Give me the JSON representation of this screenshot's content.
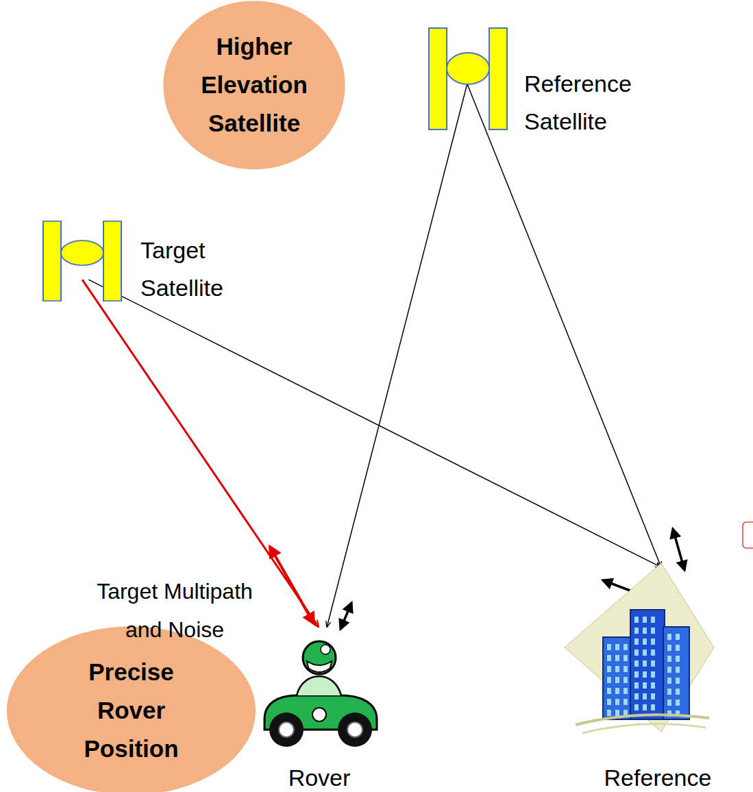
{
  "diagram": {
    "nodes": [
      {
        "text": [
          "Higher Elevation Satellite"
        ]
      },
      {
        "text": [
          "Reference Satellite"
        ]
      },
      {
        "text": [
          "Target Satellite"
        ]
      },
      {
        "text": [
          "Precise Rover Position"
        ]
      },
      {
        "text": [
          "Rover"
        ]
      },
      {
        "text": [
          "Reference"
        ]
      }
    ],
    "edges": [
      {
        "from": 1,
        "to": 4,
        "arrow": "to"
      },
      {
        "from": 1,
        "to": 5,
        "arrow": "to"
      },
      {
        "from": 2,
        "to": 4,
        "arrow": "to"
      },
      {
        "from": 2,
        "to": 5,
        "arrow": "to"
      }
    ],
    "labels": [
      "Target Multipath and Noise"
    ]
  }
}
